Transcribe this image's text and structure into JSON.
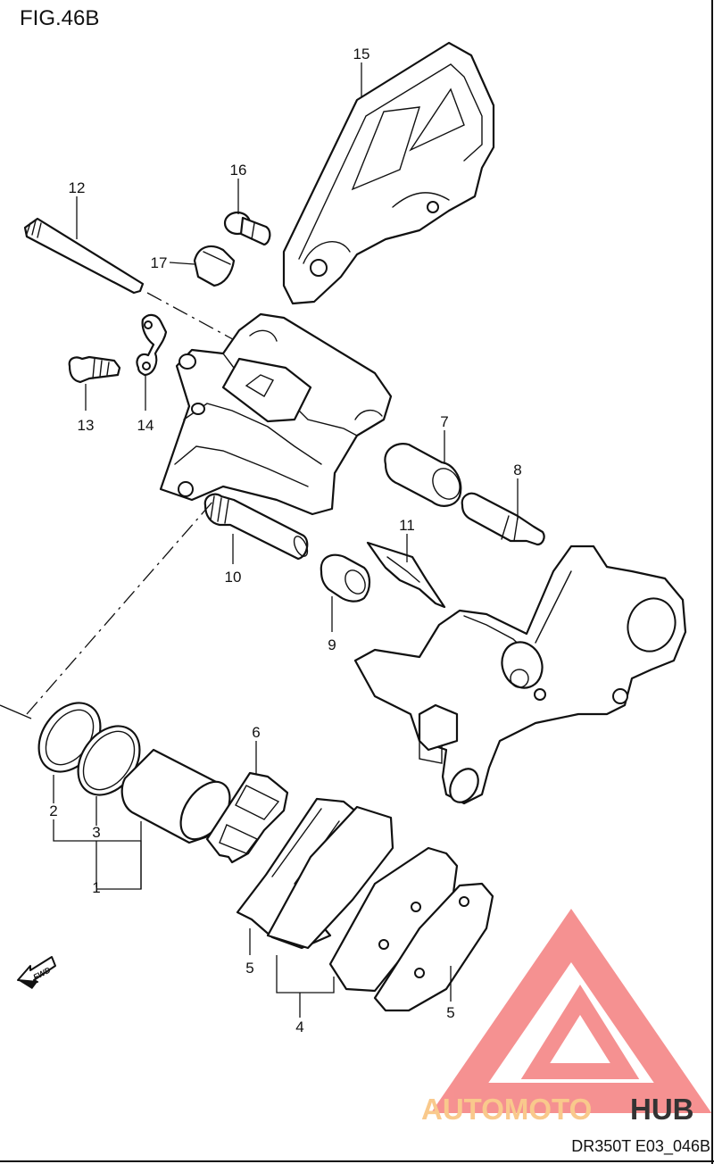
{
  "figure": {
    "title": "FIG.46B",
    "code": "DR350T E03_046B"
  },
  "labels": {
    "p1": "1",
    "p2": "2",
    "p3": "3",
    "p4": "4",
    "p5a": "5",
    "p5b": "5",
    "p6": "6",
    "p7": "7",
    "p8": "8",
    "p9": "9",
    "p10": "10",
    "p11": "11",
    "p12": "12",
    "p13": "13",
    "p14": "14",
    "p15": "15",
    "p16": "16",
    "p17": "17"
  },
  "direction": {
    "text": "FWD",
    "icon": "fwd-arrow-icon"
  },
  "watermark": {
    "brand_part1": "AUTOMOTO",
    "brand_part2": "HUB",
    "colors": {
      "logo": "#f47e7e",
      "auto": "#f9c98c",
      "hub": "#333333"
    }
  }
}
